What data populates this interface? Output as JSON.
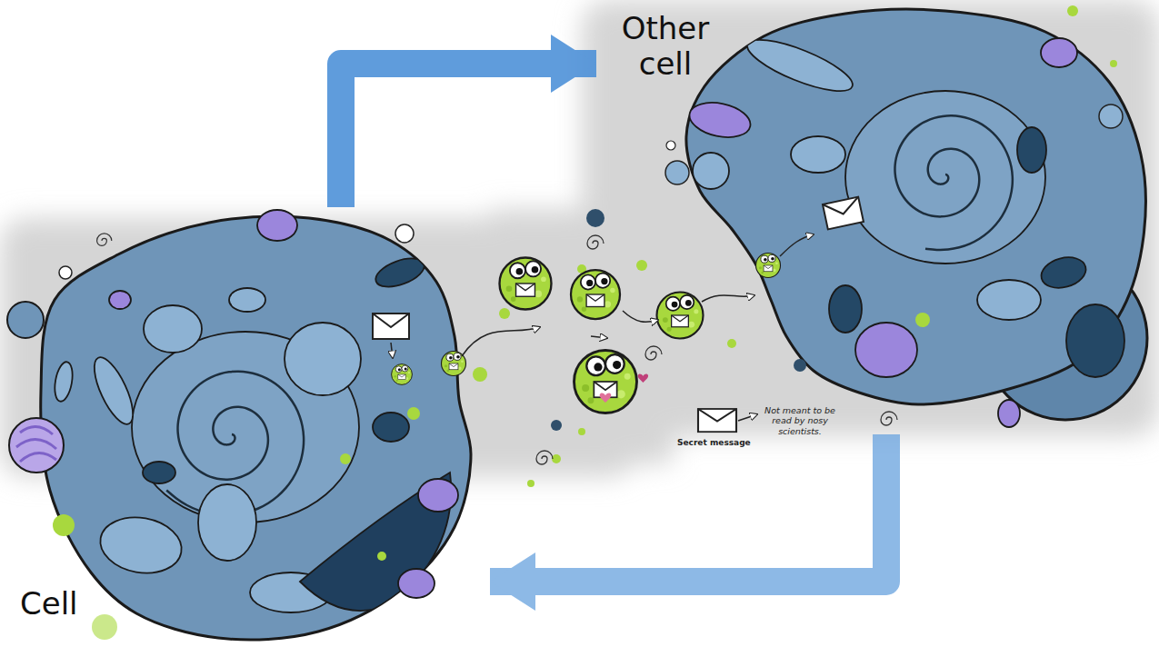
{
  "diagram": {
    "nodes": [
      {
        "text": [
          "Cell"
        ]
      },
      {
        "text": [
          "Other cell"
        ]
      }
    ],
    "edges": [
      {
        "from": 0,
        "to": 1,
        "arrow": "to"
      },
      {
        "from": 1,
        "to": 0,
        "arrow": "to"
      }
    ],
    "labels": [
      "Secret message",
      "Not meant to be read by nosy scientists."
    ]
  }
}
